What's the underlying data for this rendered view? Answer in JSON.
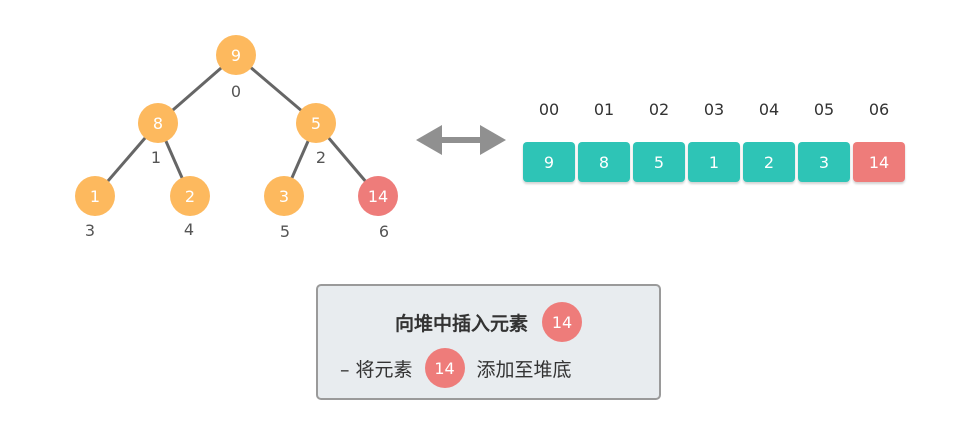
{
  "tree": {
    "nodes": [
      {
        "value": "9",
        "index": "0"
      },
      {
        "value": "8",
        "index": "1"
      },
      {
        "value": "5",
        "index": "2"
      },
      {
        "value": "1",
        "index": "3"
      },
      {
        "value": "2",
        "index": "4"
      },
      {
        "value": "3",
        "index": "5"
      },
      {
        "value": "14",
        "index": "6"
      }
    ]
  },
  "array": {
    "indices": [
      "00",
      "01",
      "02",
      "03",
      "04",
      "05",
      "06"
    ],
    "values": [
      "9",
      "8",
      "5",
      "1",
      "2",
      "3",
      "14"
    ]
  },
  "info": {
    "title": "向堆中插入元素",
    "title_badge": "14",
    "step_prefix": "– 将元素",
    "step_badge": "14",
    "step_suffix": "添加至堆底"
  },
  "colors": {
    "node": "#FDB95E",
    "highlight": "#EE7C7A",
    "cell": "#2EC4B6",
    "edge": "#666666",
    "arrow": "#909090",
    "panel_bg": "#E8ECEF",
    "panel_border": "#9A9A9A"
  }
}
